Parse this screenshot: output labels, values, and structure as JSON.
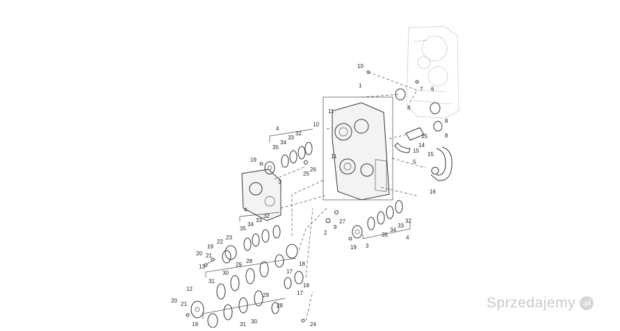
{
  "diagram": {
    "labels": [
      {
        "id": "l10a",
        "text": "10"
      },
      {
        "id": "l1",
        "text": "1"
      },
      {
        "id": "l7",
        "text": "7"
      },
      {
        "id": "l6",
        "text": "6"
      },
      {
        "id": "l8a",
        "text": "8"
      },
      {
        "id": "l8b",
        "text": "8"
      },
      {
        "id": "l8c",
        "text": "8"
      },
      {
        "id": "l11a",
        "text": "11"
      },
      {
        "id": "l10b",
        "text": "10"
      },
      {
        "id": "l15a",
        "text": "15"
      },
      {
        "id": "l14",
        "text": "14"
      },
      {
        "id": "l15b",
        "text": "15"
      },
      {
        "id": "l15c",
        "text": "15"
      },
      {
        "id": "l5",
        "text": "5"
      },
      {
        "id": "l16",
        "text": "16"
      },
      {
        "id": "l4a",
        "text": "4"
      },
      {
        "id": "l35a",
        "text": "35"
      },
      {
        "id": "l34a",
        "text": "34"
      },
      {
        "id": "l33a",
        "text": "33"
      },
      {
        "id": "l32a",
        "text": "32"
      },
      {
        "id": "l11b",
        "text": "11"
      },
      {
        "id": "l19a",
        "text": "19"
      },
      {
        "id": "l26",
        "text": "26"
      },
      {
        "id": "l25",
        "text": "25"
      },
      {
        "id": "l3a",
        "text": "3"
      },
      {
        "id": "l4b",
        "text": "4"
      },
      {
        "id": "l35b",
        "text": "35"
      },
      {
        "id": "l34b",
        "text": "34"
      },
      {
        "id": "l33b",
        "text": "33"
      },
      {
        "id": "l32b",
        "text": "32"
      },
      {
        "id": "l27",
        "text": "27"
      },
      {
        "id": "l2",
        "text": "2"
      },
      {
        "id": "l9",
        "text": "9"
      },
      {
        "id": "l35c",
        "text": "35"
      },
      {
        "id": "l34c",
        "text": "34"
      },
      {
        "id": "l33c",
        "text": "33"
      },
      {
        "id": "l32c",
        "text": "32"
      },
      {
        "id": "l19b",
        "text": "19"
      },
      {
        "id": "l3b",
        "text": "3"
      },
      {
        "id": "l4c",
        "text": "4"
      },
      {
        "id": "l23",
        "text": "23"
      },
      {
        "id": "l22",
        "text": "22"
      },
      {
        "id": "l19c",
        "text": "19"
      },
      {
        "id": "l20a",
        "text": "20"
      },
      {
        "id": "l21a",
        "text": "21"
      },
      {
        "id": "l13",
        "text": "13"
      },
      {
        "id": "l29a",
        "text": "29"
      },
      {
        "id": "l28",
        "text": "28"
      },
      {
        "id": "l18a",
        "text": "18"
      },
      {
        "id": "l17a",
        "text": "17"
      },
      {
        "id": "l30a",
        "text": "30"
      },
      {
        "id": "l31a",
        "text": "31"
      },
      {
        "id": "l18b",
        "text": "18"
      },
      {
        "id": "l12",
        "text": "12"
      },
      {
        "id": "l17b",
        "text": "17"
      },
      {
        "id": "l20b",
        "text": "20"
      },
      {
        "id": "l21b",
        "text": "21"
      },
      {
        "id": "l29b",
        "text": "29"
      },
      {
        "id": "l28b",
        "text": "28"
      },
      {
        "id": "l19d",
        "text": "19"
      },
      {
        "id": "l30b",
        "text": "30"
      },
      {
        "id": "l31b",
        "text": "31"
      },
      {
        "id": "l24",
        "text": "24"
      }
    ]
  },
  "watermark": {
    "text": "Sprzedajemy",
    "badge": ".pl"
  }
}
